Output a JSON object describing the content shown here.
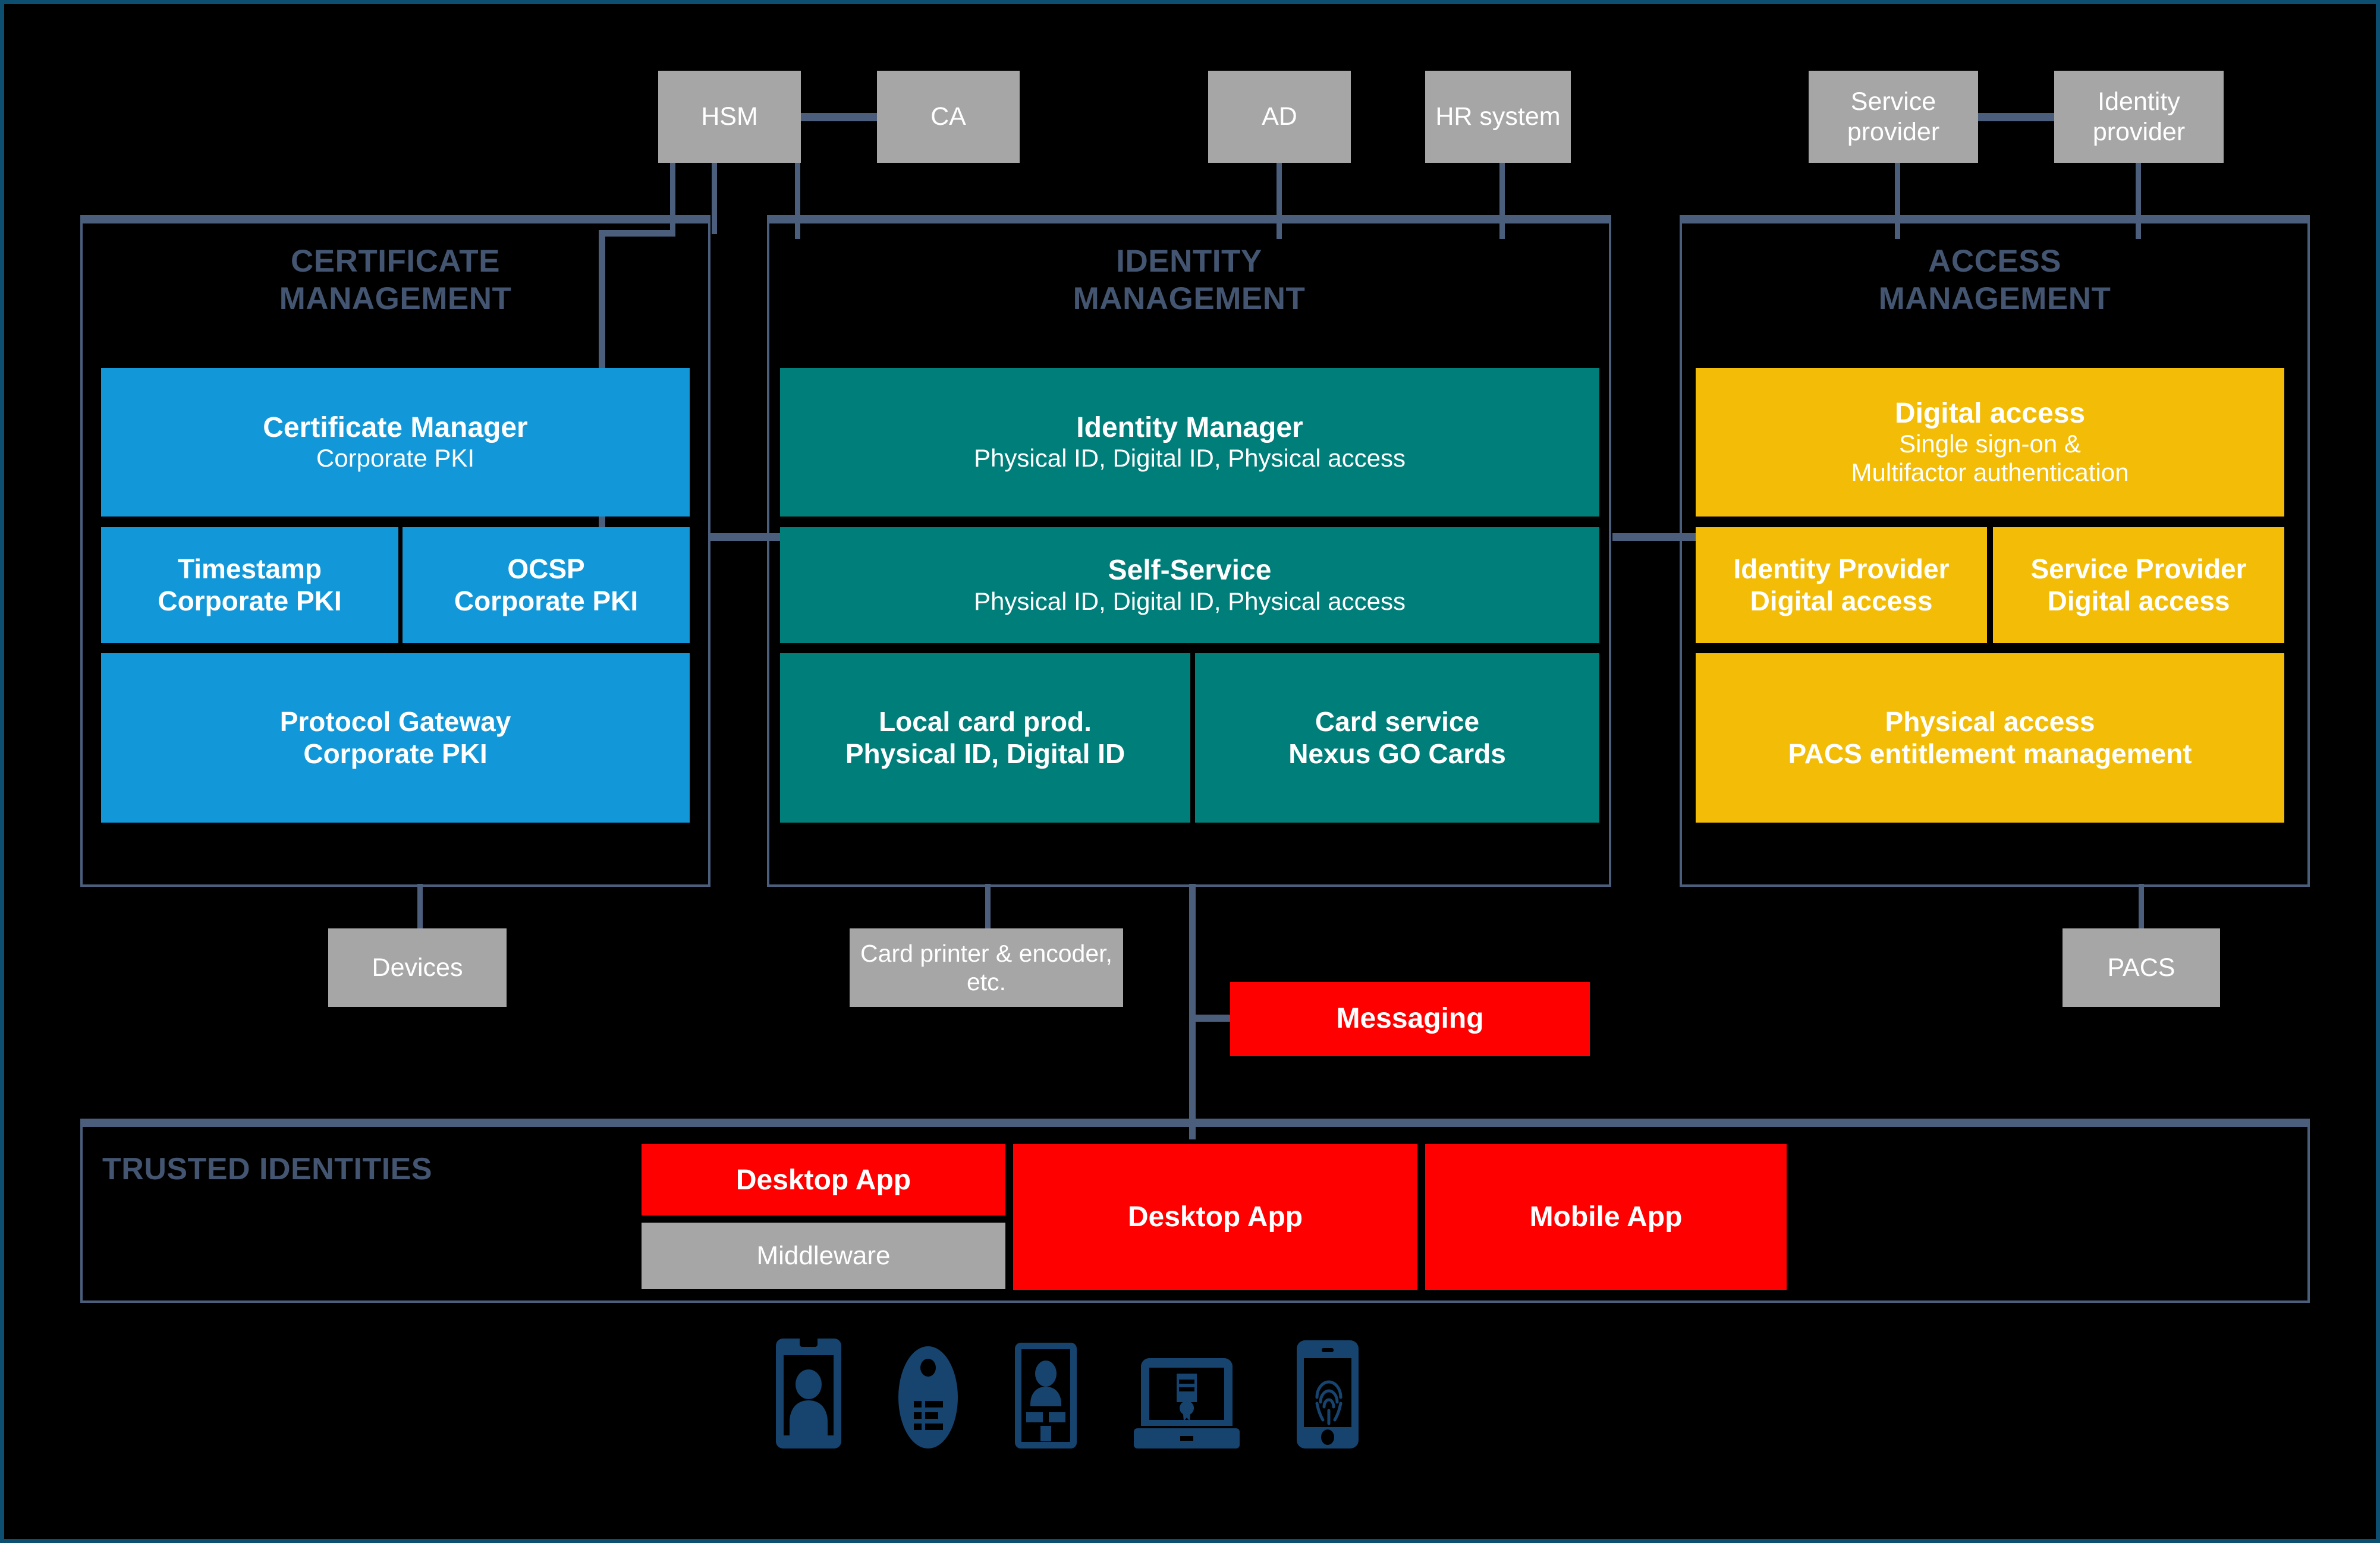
{
  "diagram": {
    "colors": {
      "background": "#000000",
      "frame": "#0d4f71",
      "connector": "#4b5e7c",
      "title_text": "#435570",
      "certificate_blue": "#1298d8",
      "identity_teal": "#007e7a",
      "access_gold": "#f2bc07",
      "app_red": "#fe0000",
      "external_grey": "#a6a6a6"
    }
  },
  "external_systems": {
    "hsm": "HSM",
    "ca": "CA",
    "ad": "AD",
    "hr_system": "HR system",
    "service_provider": "Service provider",
    "identity_provider": "Identity provider",
    "devices": "Devices",
    "card_printer": "Card printer & encoder, etc.",
    "pacs": "PACS"
  },
  "columns": [
    {
      "id": "certificate-management",
      "title_line1": "CERTIFICATE",
      "title_line2": "MANAGEMENT",
      "accent": "#1298d8",
      "tiles": [
        {
          "name": "Certificate Manager",
          "sub": "Corporate PKI"
        },
        {
          "name": "Timestamp",
          "sub": "Corporate PKI"
        },
        {
          "name": "OCSP",
          "sub": "Corporate PKI"
        },
        {
          "name": "Protocol Gateway",
          "sub": "Corporate PKI"
        }
      ]
    },
    {
      "id": "identity-management",
      "title_line1": "IDENTITY",
      "title_line2": "MANAGEMENT",
      "accent": "#007e7a",
      "tiles": [
        {
          "name": "Identity Manager",
          "sub": "Physical ID, Digital ID, Physical access"
        },
        {
          "name": "Self-Service",
          "sub": "Physical ID, Digital ID, Physical access"
        },
        {
          "name": "Local card prod.",
          "sub": "Physical ID, Digital ID"
        },
        {
          "name": "Card service",
          "sub": "Nexus GO Cards"
        }
      ]
    },
    {
      "id": "access-management",
      "title_line1": "ACCESS",
      "title_line2": "MANAGEMENT",
      "accent": "#f2bc07",
      "tiles": [
        {
          "name": "Digital access",
          "sub": "Single sign-on &",
          "sub2": "Multifactor authentication"
        },
        {
          "name": "Identity Provider",
          "sub": "Digital access"
        },
        {
          "name": "Service Provider",
          "sub": "Digital access"
        },
        {
          "name": "Physical access",
          "sub": "PACS entitlement management"
        }
      ]
    }
  ],
  "messaging": {
    "label": "Messaging"
  },
  "trusted_identities": {
    "label": "TRUSTED IDENTITIES",
    "items": [
      {
        "label": "Desktop App",
        "color": "#fe0000"
      },
      {
        "label": "Middleware",
        "color": "#a6a6a6"
      },
      {
        "label": "Desktop App",
        "color": "#fe0000"
      },
      {
        "label": "Mobile App",
        "color": "#fe0000"
      }
    ]
  },
  "device_icons": [
    "id-card-portrait-icon",
    "key-fob-tag-icon",
    "smart-card-icon",
    "laptop-certificate-icon",
    "smartphone-fingerprint-icon"
  ]
}
